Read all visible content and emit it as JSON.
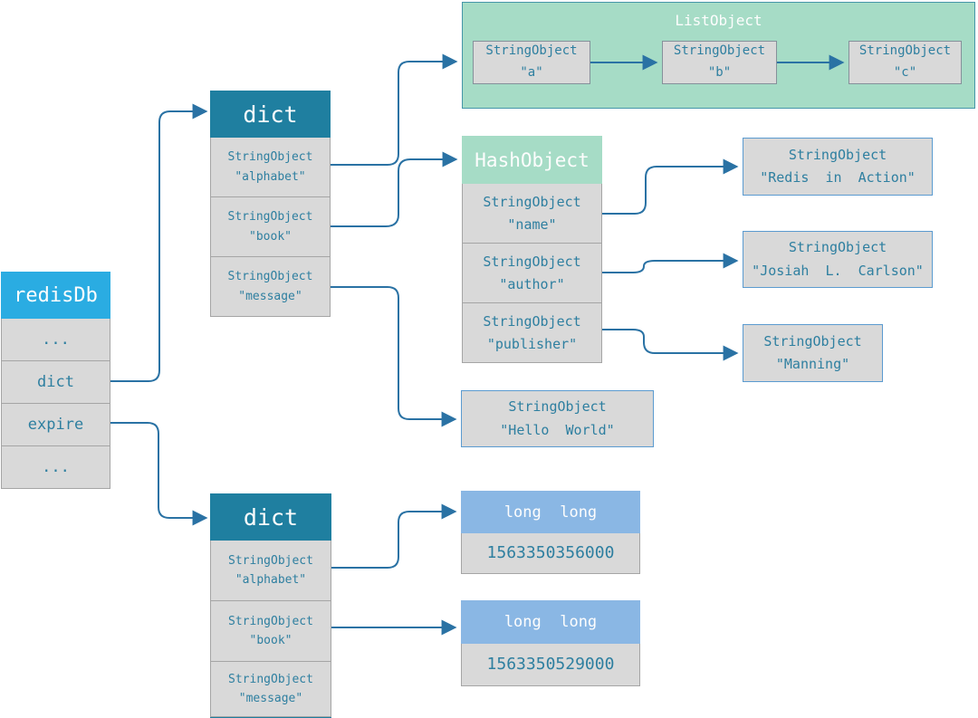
{
  "colors": {
    "bright-blue": "#2aace2",
    "teal": "#1f7fa0",
    "green": "#a6dcc6",
    "light-blue": "#8ab7e4",
    "gray": "#d9d9d9",
    "text-teal": "#2e7fa0",
    "arrow": "#2a72a4",
    "blue-border": "#5b9bd0"
  },
  "redisdb": {
    "title": "redisDb",
    "rows": [
      "...",
      "dict",
      "expire",
      "..."
    ]
  },
  "dict_top": {
    "title": "dict",
    "rows": [
      {
        "type": "StringObject",
        "value": "\"alphabet\""
      },
      {
        "type": "StringObject",
        "value": "\"book\""
      },
      {
        "type": "StringObject",
        "value": "\"message\""
      }
    ]
  },
  "list_object": {
    "title": "ListObject",
    "items": [
      {
        "type": "StringObject",
        "value": "\"a\""
      },
      {
        "type": "StringObject",
        "value": "\"b\""
      },
      {
        "type": "StringObject",
        "value": "\"c\""
      }
    ]
  },
  "hash_object": {
    "title": "HashObject",
    "rows": [
      {
        "type": "StringObject",
        "value": "\"name\""
      },
      {
        "type": "StringObject",
        "value": "\"author\""
      },
      {
        "type": "StringObject",
        "value": "\"publisher\""
      }
    ]
  },
  "string_nodes": {
    "redis_in_action": {
      "type": "StringObject",
      "value": "\"Redis  in  Action\""
    },
    "josiah_carlson": {
      "type": "StringObject",
      "value": "\"Josiah  L.  Carlson\""
    },
    "manning": {
      "type": "StringObject",
      "value": "\"Manning\""
    },
    "hello_world": {
      "type": "StringObject",
      "value": "\"Hello  World\""
    }
  },
  "dict_bottom": {
    "title": "dict",
    "rows": [
      {
        "type": "StringObject",
        "value": "\"alphabet\""
      },
      {
        "type": "StringObject",
        "value": "\"book\""
      },
      {
        "type": "StringObject",
        "value": "\"message\""
      }
    ]
  },
  "longlong1": {
    "title": "long  long",
    "value": "1563350356000"
  },
  "longlong2": {
    "title": "long  long",
    "value": "1563350529000"
  }
}
